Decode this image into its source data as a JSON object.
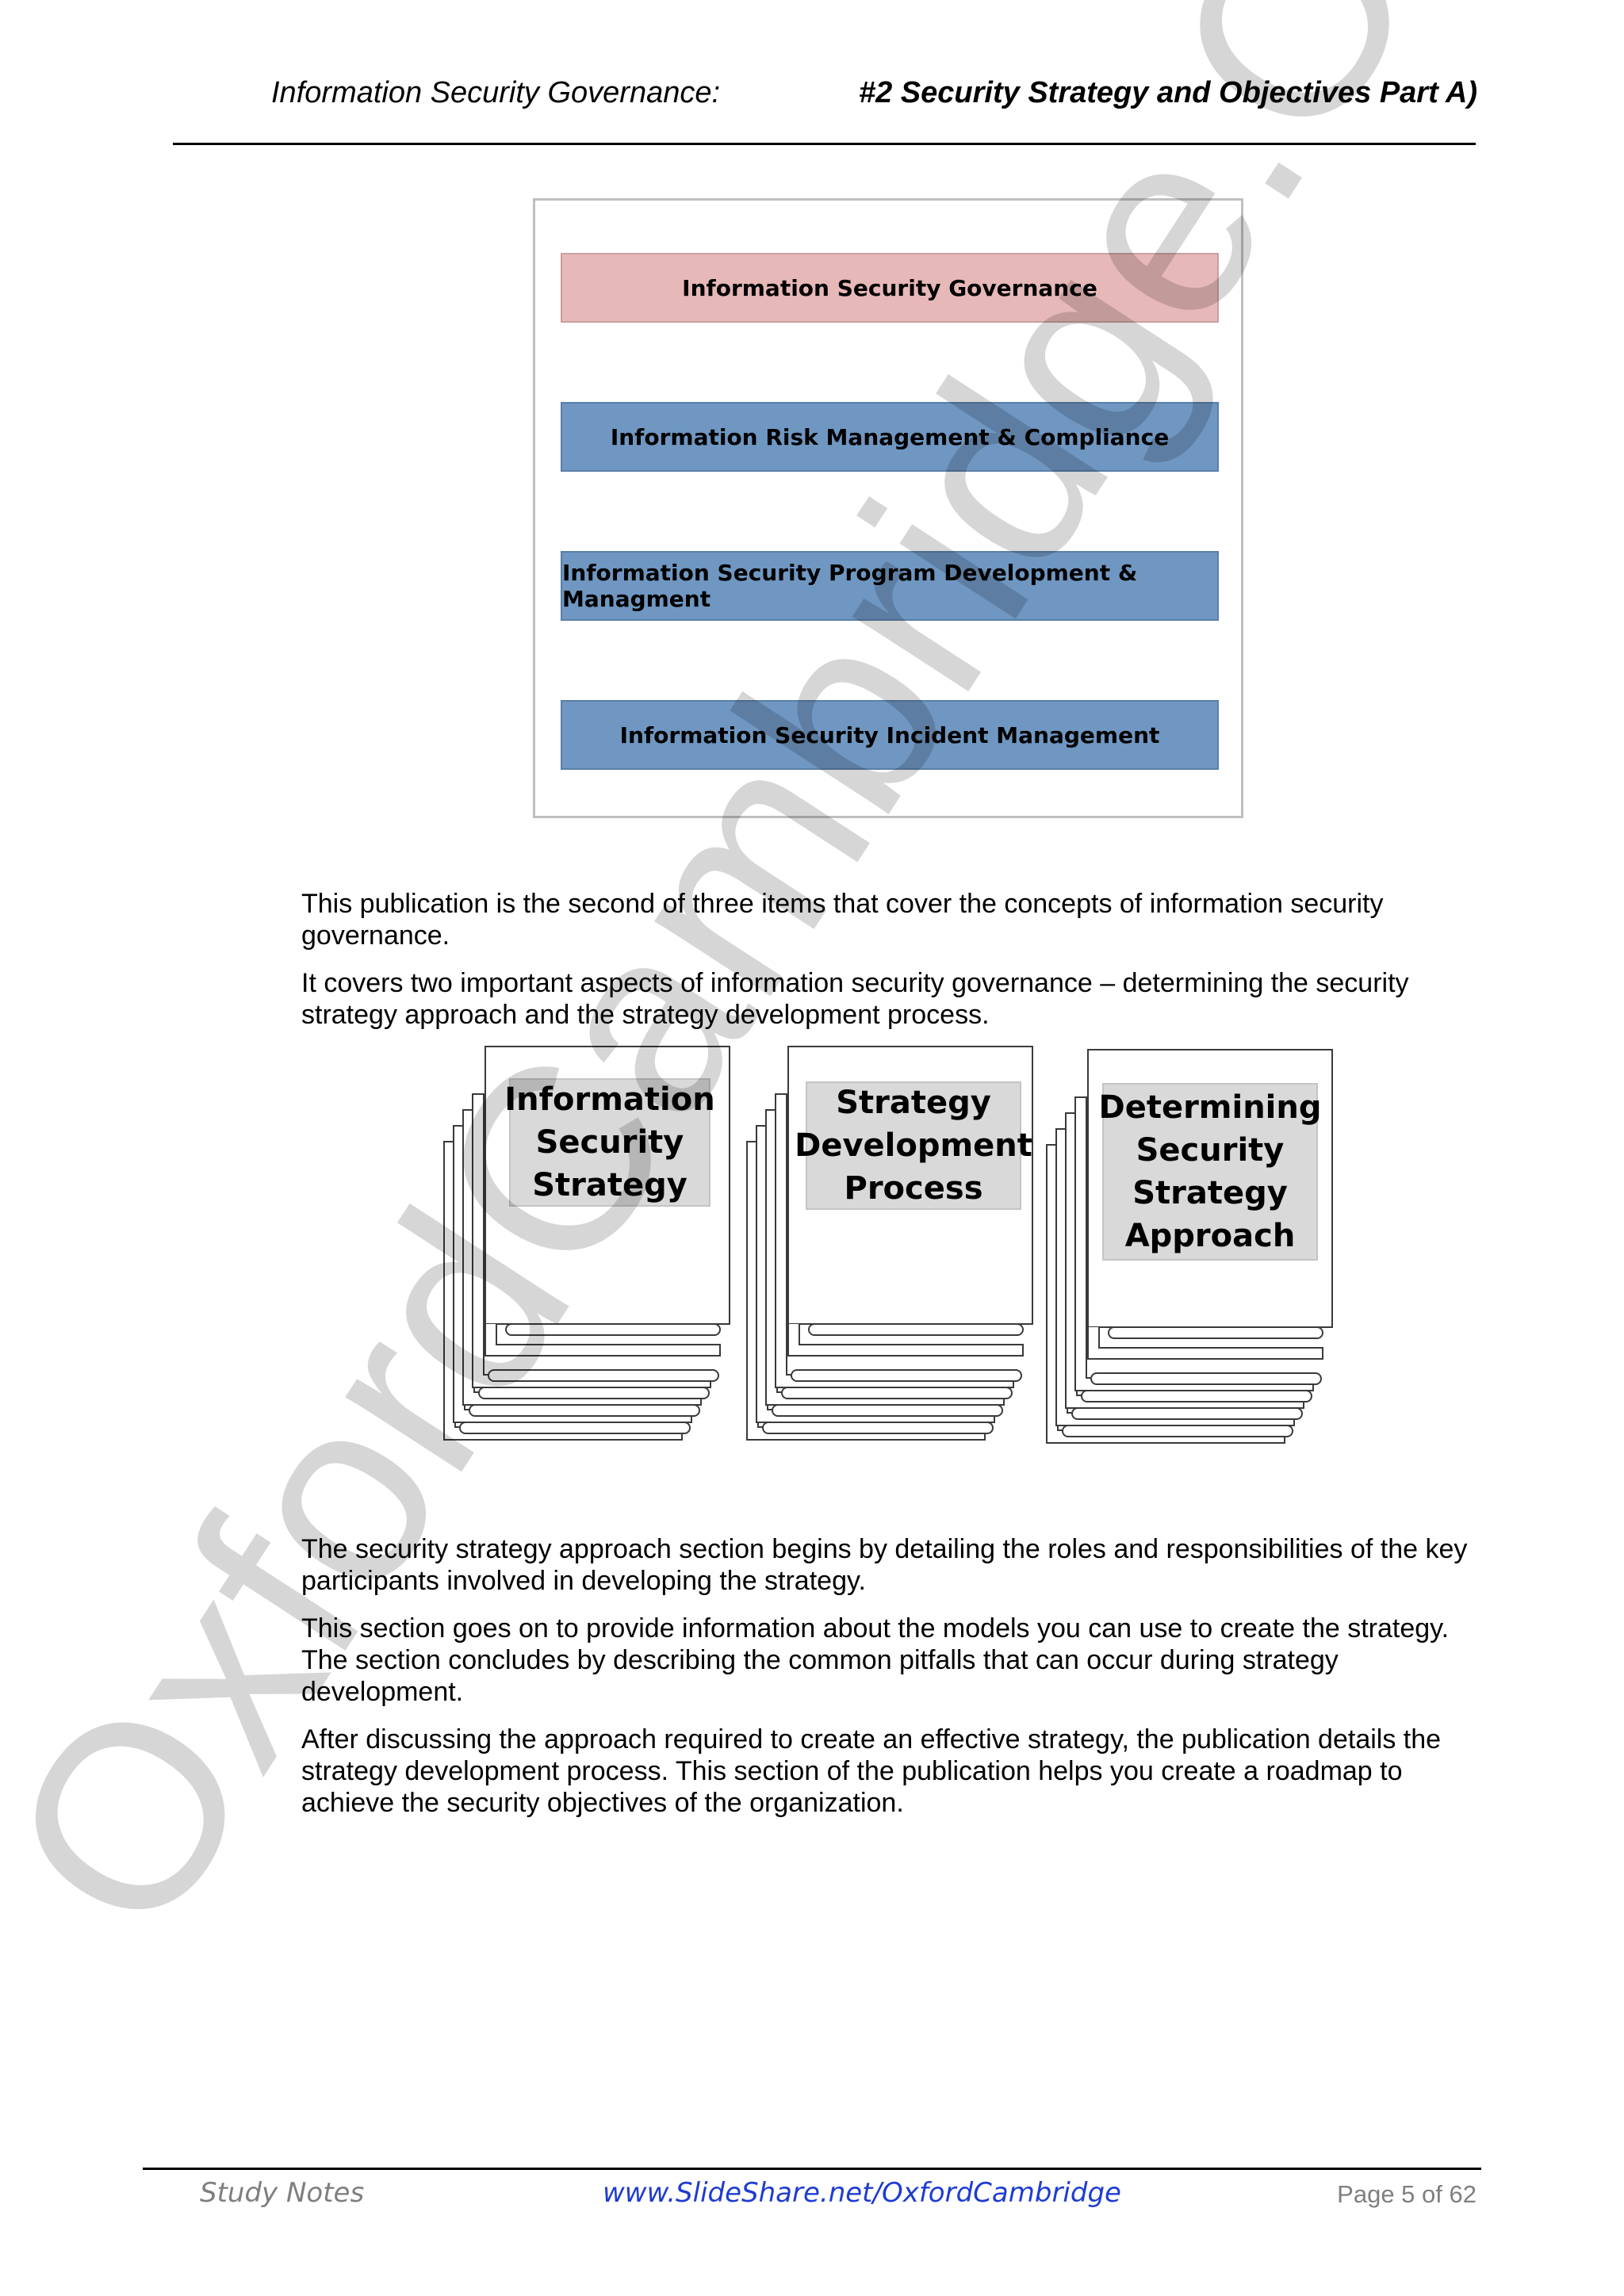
{
  "header": {
    "left": "Information Security Governance:",
    "right": "#2 Security Strategy and Objectives Part A)"
  },
  "governance_diagram": {
    "boxes": [
      {
        "label": "Information Security Governance",
        "color": "#e6b8b7"
      },
      {
        "label": "Information Risk Management & Compliance",
        "color": "#6f97c2"
      },
      {
        "label": "Information Security Program Development & Managment",
        "color": "#6f97c2"
      },
      {
        "label": "Information Security Incident Management",
        "color": "#6f97c2"
      }
    ]
  },
  "intro": {
    "p1": "This publication is the second of three items that cover the concepts of information security governance.",
    "p2": "It covers two important aspects of information security governance – determining the security strategy approach and the strategy development process."
  },
  "documents": [
    {
      "label": "Information\nSecurity\nStrategy"
    },
    {
      "label": "Strategy\nDevelopment\nProcess"
    },
    {
      "label": "Determining\nSecurity\nStrategy\nApproach"
    }
  ],
  "body": {
    "p1": "The security strategy approach section begins by detailing the roles and responsibilities of the key participants involved in developing the strategy.",
    "p2": "This section goes on to provide information about the models you can use to create the strategy. The section concludes by describing the common pitfalls that can occur during strategy development.",
    "p3": "After discussing the approach required to create an effective strategy, the publication details the strategy development process. This section of the publication helps you create a roadmap to achieve the security objectives of the organization."
  },
  "watermark": "OxfordCambridge.Org",
  "footer": {
    "left": "Study Notes",
    "center": "www.SlideShare.net/OxfordCambridge",
    "right": "Page 5 of 62"
  }
}
